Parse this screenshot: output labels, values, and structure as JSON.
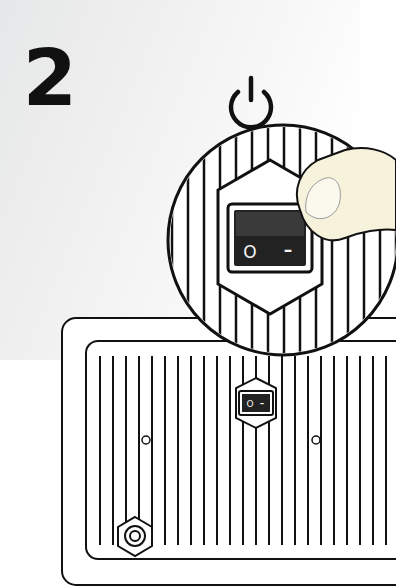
{
  "diagram": {
    "labels": [
      "2",
      "O",
      "–",
      "O",
      "–"
    ]
  }
}
